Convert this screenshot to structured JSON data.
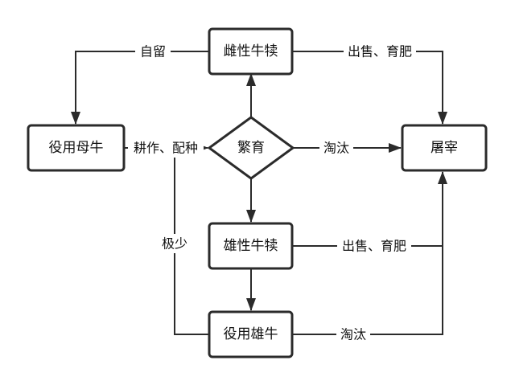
{
  "nodes": {
    "heifer": "雌性牛犊",
    "cow": "役用母牛",
    "breed": "繁育",
    "slaughter": "屠宰",
    "bull_calf": "雄性牛犊",
    "ox": "役用雄牛"
  },
  "edges": {
    "heifer_to_cow": "自留",
    "heifer_to_slaughter": "出售、育肥",
    "cow_to_breed": "耕作、配种",
    "breed_to_slaughter": "淘汰",
    "ox_to_breed": "极少",
    "bull_calf_to_slaughter": "出售、育肥",
    "ox_to_slaughter": "淘汰"
  }
}
